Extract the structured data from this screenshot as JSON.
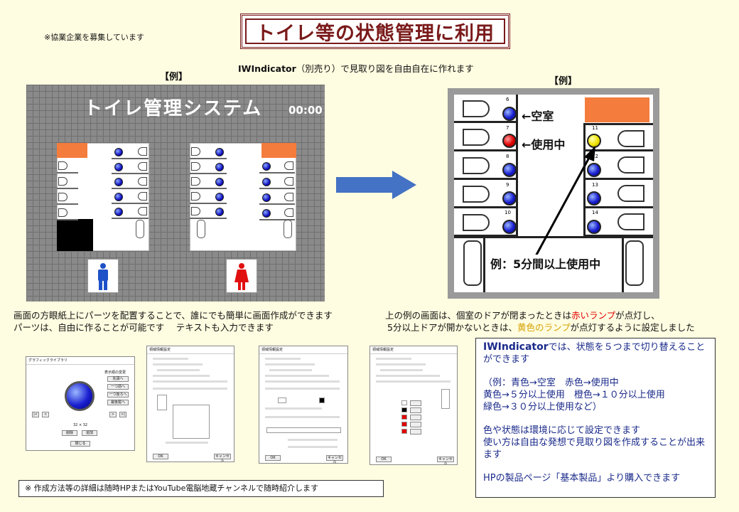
{
  "header": {
    "recruit_note": "※協業企業を募集しています",
    "title": "トイレ等の状態管理に利用",
    "subtitle_bold": "IWIndicator",
    "subtitle_rest": "（別売り）で見取り図を自由自在に作れます"
  },
  "left_example": {
    "label": "【例】",
    "system_title": "トイレ管理システム",
    "clock": "00:00"
  },
  "right_example": {
    "label": "【例】",
    "vacant": "←空室",
    "in_use": "←使用中",
    "over5": "例：5分間以上使用中",
    "stall_numbers": [
      "6",
      "7",
      "8",
      "9",
      "10",
      "11",
      "12",
      "13",
      "14"
    ]
  },
  "descriptions": {
    "left_line1": "画面の方眼紙上にパーツを配置することで、誰にでも簡単に画面作成ができます",
    "left_line2": "パーツは、自由に作ることが可能です　 テキストも入力できます",
    "right_l1_a": "上の例の画面は、個室のドアが閉まったときは",
    "right_l1_red": "赤いランプ",
    "right_l1_b": "が点灯し、",
    "right_l2_a": "5分以上ドアが開かないときは、",
    "right_l2_yel": "黄色のランプ",
    "right_l2_b": "が点灯するように設定しました"
  },
  "dialogs": {
    "library_title": "グラフィックライブラリ",
    "library_sub": "表示順の変更",
    "library_btns": [
      "先頭へ",
      "一つ前へ",
      "一つ後ろへ",
      "最後尾へ"
    ],
    "library_size": "32 × 32",
    "library_delete": "削除",
    "library_add": "追加",
    "library_close": "閉じる",
    "settings_title": "領域情報設定",
    "ok": "OK",
    "cancel": "キャンセル"
  },
  "info": {
    "lead_bold": "IWIndicator",
    "lead_rest": "では、状態を５つまで切り替えることができます",
    "ex1": "（例：青色→空室　赤色→使用中",
    "ex2": "黄色→５分以上使用　橙色→１０分以上使用",
    "ex3": "緑色→３０分以上使用など）",
    "p2_1": "色や状態は環境に応じて設定できます",
    "p2_2": "使い方は自由な発想で見取り図を作成することが出来ます",
    "p3": "HPの製品ページ「基本製品」より購入できます"
  },
  "bottom_note": "※ 作成方法等の詳細は随時HPまたはYouTube電脳地蔵チャンネルで随時紹介します",
  "colors": {
    "background": "#fffde1",
    "title": "#7a1a1a",
    "arrow": "#4472c4",
    "info_text": "#1a2a8a",
    "orange": "#f47c3c"
  }
}
